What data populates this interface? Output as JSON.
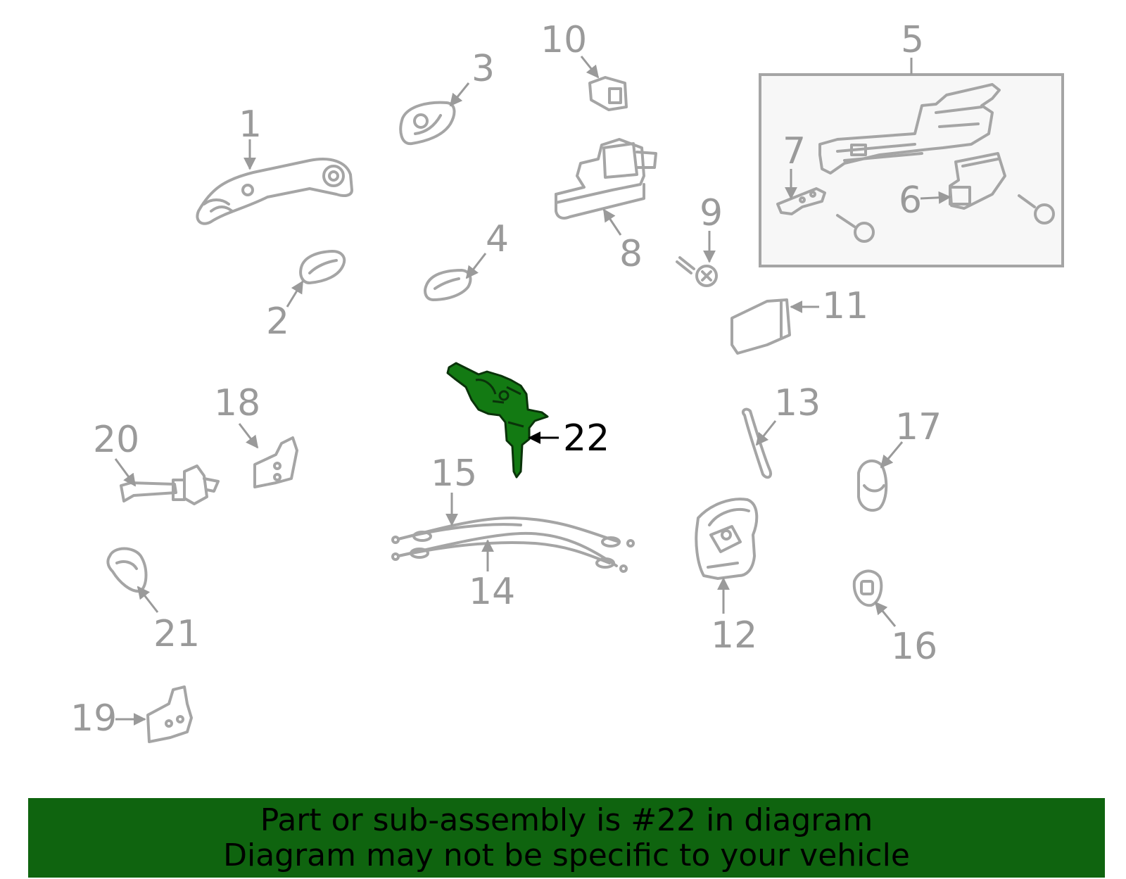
{
  "diagram": {
    "callouts": [
      "1",
      "2",
      "3",
      "4",
      "5",
      "6",
      "7",
      "8",
      "9",
      "10",
      "11",
      "12",
      "13",
      "14",
      "15",
      "16",
      "17",
      "18",
      "19",
      "20",
      "21",
      "22"
    ],
    "highlighted_callout": "22",
    "colors": {
      "part_outline": "#a5a5a5",
      "callout_text": "#9a9a9a",
      "highlight_part": "#137a13",
      "banner_background": "#0f640f"
    }
  },
  "banner": {
    "line1": "Part or sub-assembly is #22 in diagram",
    "line2": "Diagram may not be specific to your vehicle"
  }
}
